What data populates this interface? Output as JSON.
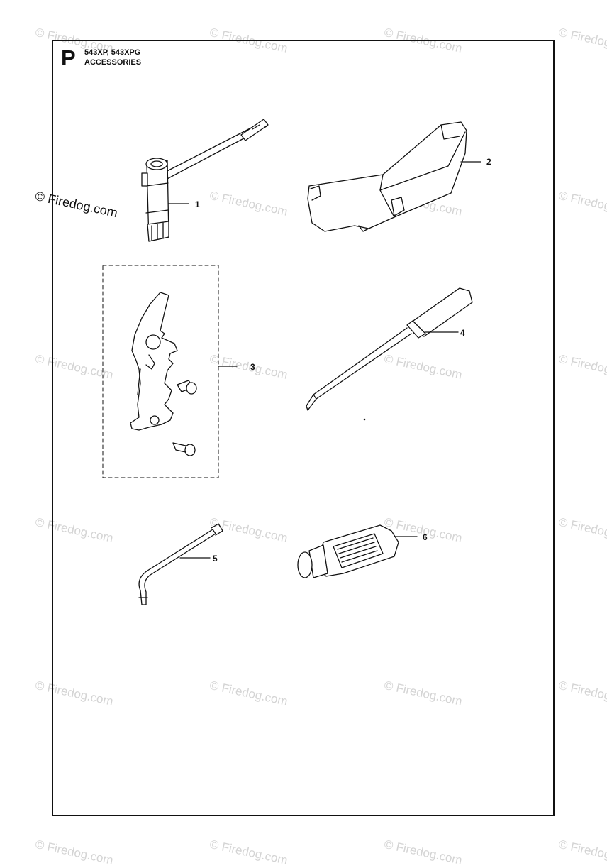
{
  "header": {
    "section_letter": "P",
    "model": "543XP, 543XPG",
    "title": "ACCESSORIES"
  },
  "watermark": {
    "text": "© Firedog.com"
  },
  "callouts": {
    "item_1": "1",
    "item_2": "2",
    "item_3": "3",
    "item_4": "4",
    "item_5": "5",
    "item_6": "6"
  },
  "parts": [
    {
      "number": "1",
      "icon": "combination-spanner-icon"
    },
    {
      "number": "2",
      "icon": "bar-guard-icon"
    },
    {
      "number": "3",
      "icon": "felling-lever-kit-icon"
    },
    {
      "number": "4",
      "icon": "screwdriver-icon"
    },
    {
      "number": "5",
      "icon": "torx-key-icon"
    },
    {
      "number": "6",
      "icon": "grease-tube-icon"
    }
  ],
  "colors": {
    "line": "#111111",
    "watermark": "#d4d4d4"
  }
}
